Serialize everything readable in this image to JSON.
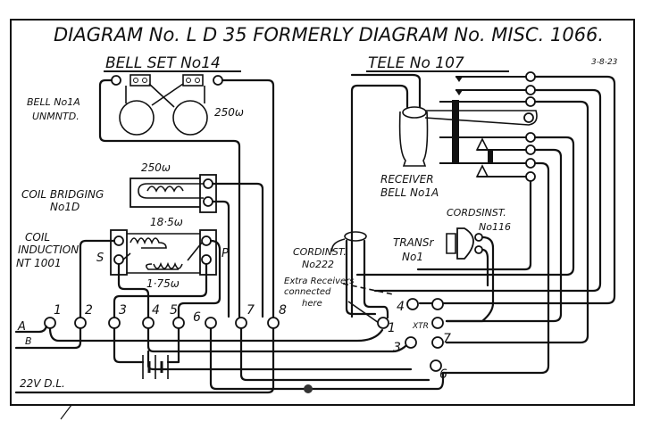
{
  "title": "DIAGRAM No. L D 35  FORMERLY  DIAGRAM No. MISC. 1066.",
  "date": "3-8-23",
  "sections": {
    "bell_set": "BELL SET No14",
    "tele": "TELE No 107"
  },
  "labels": {
    "bell_name_1": "BELL No1A",
    "bell_name_2": "UNMNTD.",
    "bell_resistance": "250ω",
    "coil_bridging_res": "250ω",
    "coil_bridging_1": "COIL BRIDGING",
    "coil_bridging_2": "No1D",
    "coil_induction_1": "COIL",
    "coil_induction_2": "INDUCTION",
    "coil_induction_3": "NT 1001",
    "ind_primary_res": "18·5ω",
    "ind_secondary_res": "1·75ω",
    "ind_s": "S",
    "ind_p": "P",
    "receiver_1": "RECEIVER",
    "receiver_2": "BELL No1A",
    "cord_222_1": "CORDINST.",
    "cord_222_2": "No222",
    "cord_116_1": "CORDSINST.",
    "cord_116_2": "No116",
    "trans_1": "TRANSr",
    "trans_2": "No1",
    "extra_1": "Extra Receivers",
    "extra_2": "connected",
    "extra_3": "here",
    "line_a": "A",
    "line_b": "B",
    "battery_line": "22V D.L.",
    "xtr": "XTR"
  },
  "bell_set_terminals": [
    "1",
    "2",
    "3",
    "4",
    "5",
    "6",
    "7",
    "8"
  ],
  "tele_terminals": [
    "4",
    "1",
    "XTR",
    "3",
    "7",
    "6"
  ]
}
